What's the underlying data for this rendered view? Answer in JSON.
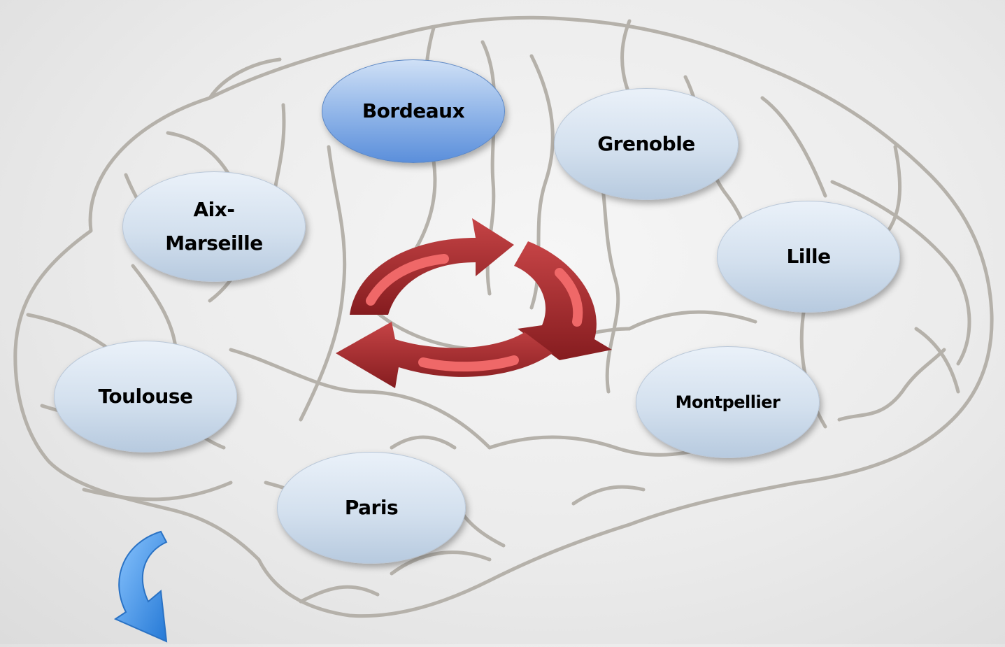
{
  "diagram": {
    "center_icon": "cycle-arrows-icon",
    "corner_icon": "curved-arrow-down-icon",
    "colors": {
      "brain_outline": "#b5b1aa",
      "node_fill": "#d3e0ee",
      "node_active_fill": "#7ea6e3",
      "cycle_arrow": "#a8292b",
      "cycle_arrow_highlight": "#ef6868",
      "corner_arrow": "#3a8fe6"
    },
    "nodes": [
      {
        "id": "bordeaux",
        "label": "Bordeaux",
        "highlighted": true
      },
      {
        "id": "grenoble",
        "label": "Grenoble"
      },
      {
        "id": "aix-marseille",
        "label": "Aix-\nMarseille"
      },
      {
        "id": "lille",
        "label": "Lille"
      },
      {
        "id": "toulouse",
        "label": "Toulouse"
      },
      {
        "id": "montpellier",
        "label": "Montpellier"
      },
      {
        "id": "paris",
        "label": "Paris"
      }
    ]
  }
}
